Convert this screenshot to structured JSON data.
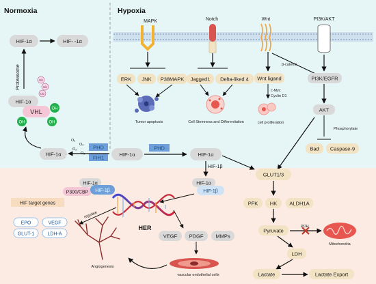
{
  "sections": {
    "normoxia": "Normoxia",
    "hypoxia": "Hypoxia"
  },
  "normoxia": {
    "hif_top_left": "HIF-1α",
    "hif_top_right": "HIF-  -1α",
    "proteasome": "Proteasome",
    "hif_complex": "HIF-1α",
    "vhl": "VHL",
    "ub": [
      "Ub",
      "Ub",
      "Ub"
    ],
    "oh": [
      "OH",
      "OH",
      "OH"
    ],
    "hif_lower": "HIF-1α",
    "o2_labels": [
      "O₂",
      "O₂",
      "O₂",
      "O₂"
    ],
    "phd": "PHD",
    "fih1": "FIH1",
    "hif_center": "HIF-1α",
    "phd_right": "PHD"
  },
  "hypoxia": {
    "receptors": {
      "mapk": "MAPK",
      "notch": "Notch",
      "wnt": "Wnt",
      "pi3k": "PI3K/AKT"
    },
    "mapk_targets": [
      "ERK",
      "JNK",
      "P38MAPK"
    ],
    "tumor_apoptosis": "Tumor apoptosis",
    "notch_targets": [
      "Jagged1",
      "Delta-liked 4"
    ],
    "stemness": "Cell Stemness and Differentiation",
    "b_catenin": "β-catenin",
    "wnt_ligand": "Wnt ligand",
    "cmyc": "c-Myc",
    "cyclin": "Cyclin D1",
    "cell_prolif": "cell proliferation",
    "pi3k_egfr": "PI3K/EGFR",
    "akt": "AKT",
    "phosphorylate": "Phosphorylate",
    "bad": "Bad",
    "caspase": "Caspase-9",
    "hif_hyp": "HIF-1α",
    "hif_1b": "HIF-1β",
    "glut": "GLUT1/3"
  },
  "lower": {
    "hif_dimer_a": "HIF-1α",
    "hif_dimer_b": "HIF-1β",
    "complex_a": "HIF-1α",
    "complex_b": "HIF-1β",
    "p300": "P300/CBP",
    "hif_target_genes": "HIF target genes",
    "regulate": "regulate",
    "her": "HER",
    "genes": [
      "EPO",
      "VEGF",
      "GLUT-1",
      "LDH-A"
    ],
    "factors": [
      "VEGF",
      "PDGF",
      "MMPs"
    ],
    "vascular": "vascular endothelial cells",
    "angiogenesis": "Angiogenesis",
    "glycolysis": {
      "pfk": "PFK",
      "hk": "HK",
      "aldh": "ALDH1A",
      "pyruvate": "Pyruvate",
      "pdh": "PDH",
      "mito": "Mitochondria",
      "ldh": "LDH",
      "lactate": "Lactate",
      "lactate_export": "Lactate Export"
    }
  },
  "colors": {
    "normoxia_bg": "#e6f5f5",
    "lower_bg": "#fbebe2",
    "pill_grey": "#d9d9d9",
    "pill_beige": "#f2e3c4",
    "pill_blue": "#6f9fd8",
    "pill_lightblue": "#cfe3f4",
    "vhl_pink": "#f5c6d6",
    "oh_green": "#22b14c",
    "ub_pink": "#f7d7e6",
    "membrane": "#cfe0ef"
  }
}
